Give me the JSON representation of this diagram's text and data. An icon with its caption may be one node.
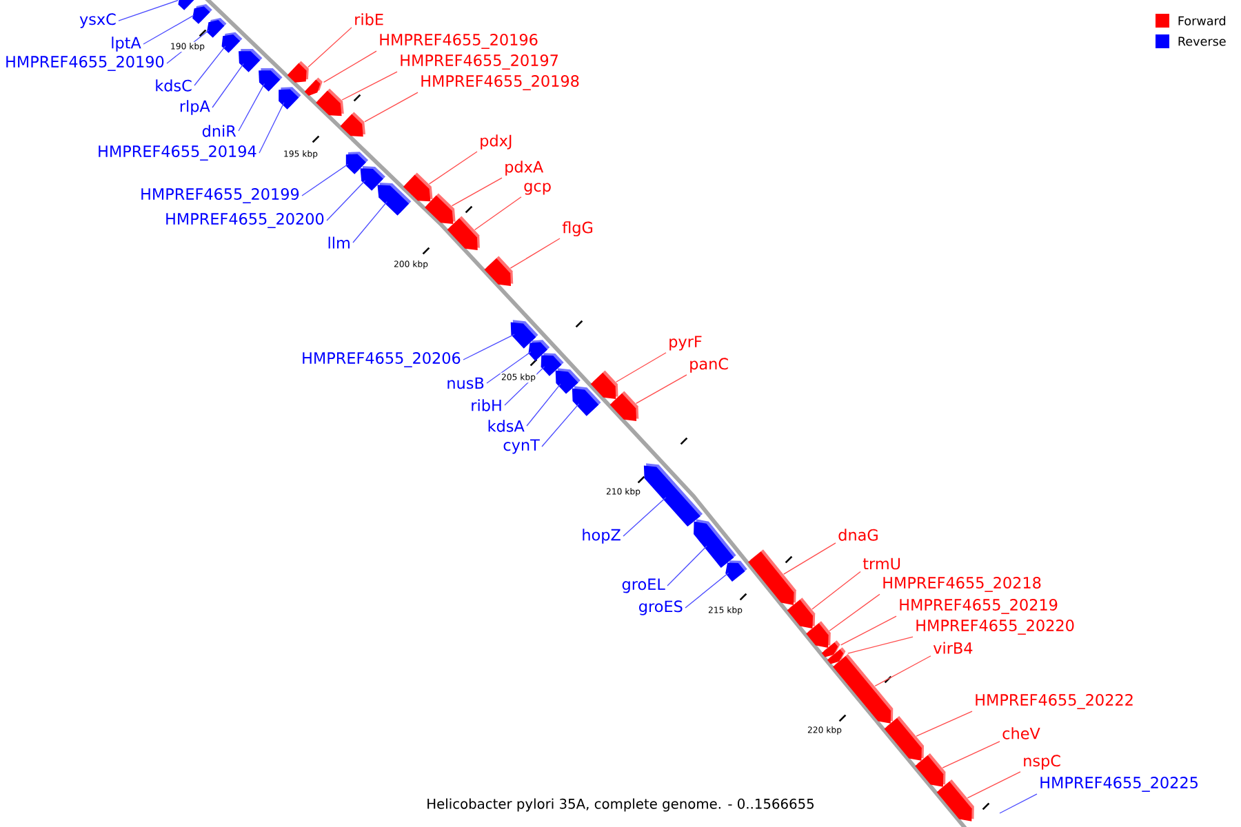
{
  "diagram": {
    "caption": "Helicobacter pylori 35A, complete genome. - 0..1566655",
    "nodes": [
      {
        "text": [
          "ysxC"
        ]
      },
      {
        "text": [],
        "shape": "arrow"
      },
      {
        "text": [
          "lptA"
        ]
      },
      {
        "text": [],
        "shape": "arrow"
      },
      {
        "text": [
          "HMPREF4655_20190"
        ]
      },
      {
        "text": [],
        "shape": "arrow"
      },
      {
        "text": [
          "kdsC"
        ]
      },
      {
        "text": [],
        "shape": "arrow"
      },
      {
        "text": [
          "rlpA"
        ]
      },
      {
        "text": [],
        "shape": "arrow"
      },
      {
        "text": [
          "dniR"
        ]
      },
      {
        "text": [],
        "shape": "arrow"
      },
      {
        "text": [
          "HMPREF4655_20194"
        ]
      },
      {
        "text": [],
        "shape": "arrow"
      },
      {
        "text": [
          "ribE"
        ]
      },
      {
        "text": [],
        "shape": "arrow"
      },
      {
        "text": [
          "HMPREF4655_20196"
        ]
      },
      {
        "text": [],
        "shape": "arrow"
      },
      {
        "text": [
          "HMPREF4655_20197"
        ]
      },
      {
        "text": [],
        "shape": "arrow"
      },
      {
        "text": [
          "HMPREF4655_20198"
        ]
      },
      {
        "text": [],
        "shape": "arrow"
      },
      {
        "text": [
          "HMPREF4655_20199"
        ]
      },
      {
        "text": [],
        "shape": "arrow"
      },
      {
        "text": [
          "HMPREF4655_20200"
        ]
      },
      {
        "text": [],
        "shape": "arrow"
      },
      {
        "text": [
          "llm"
        ]
      },
      {
        "text": [],
        "shape": "arrow"
      },
      {
        "text": [
          "pdxJ"
        ]
      },
      {
        "text": [],
        "shape": "arrow"
      },
      {
        "text": [
          "pdxA"
        ]
      },
      {
        "text": [],
        "shape": "arrow"
      },
      {
        "text": [
          "gcp"
        ]
      },
      {
        "text": [],
        "shape": "arrow"
      },
      {
        "text": [
          "flgG"
        ]
      },
      {
        "text": [],
        "shape": "arrow"
      },
      {
        "text": [
          "HMPREF4655_20206"
        ]
      },
      {
        "text": [],
        "shape": "arrow"
      },
      {
        "text": [
          "nusB"
        ]
      },
      {
        "text": [],
        "shape": "arrow"
      },
      {
        "text": [
          "ribH"
        ]
      },
      {
        "text": [],
        "shape": "arrow"
      },
      {
        "text": [
          "kdsA"
        ]
      },
      {
        "text": [],
        "shape": "arrow"
      },
      {
        "text": [
          "cynT"
        ]
      },
      {
        "text": [],
        "shape": "arrow"
      },
      {
        "text": [
          "pyrF"
        ]
      },
      {
        "text": [],
        "shape": "arrow"
      },
      {
        "text": [
          "panC"
        ]
      },
      {
        "text": [],
        "shape": "arrow"
      },
      {
        "text": [
          "hopZ"
        ]
      },
      {
        "text": [],
        "shape": "arrow"
      },
      {
        "text": [
          "groEL"
        ]
      },
      {
        "text": [],
        "shape": "arrow"
      },
      {
        "text": [
          "groES"
        ]
      },
      {
        "text": [],
        "shape": "arrow"
      },
      {
        "text": [
          "dnaG"
        ]
      },
      {
        "text": [],
        "shape": "arrow"
      },
      {
        "text": [
          "trmU"
        ]
      },
      {
        "text": [],
        "shape": "arrow"
      },
      {
        "text": [
          "HMPREF4655_20218"
        ]
      },
      {
        "text": [],
        "shape": "arrow"
      },
      {
        "text": [
          "HMPREF4655_20219"
        ]
      },
      {
        "text": [],
        "shape": "arrow"
      },
      {
        "text": [
          "HMPREF4655_20220"
        ]
      },
      {
        "text": [],
        "shape": "arrow"
      },
      {
        "text": [
          "virB4"
        ]
      },
      {
        "text": [],
        "shape": "arrow"
      },
      {
        "text": [
          "HMPREF4655_20222"
        ]
      },
      {
        "text": [],
        "shape": "arrow"
      },
      {
        "text": [
          "cheV"
        ]
      },
      {
        "text": [],
        "shape": "arrow"
      },
      {
        "text": [
          "nspC"
        ]
      },
      {
        "text": [],
        "shape": "arrow"
      },
      {
        "text": [
          "HMPREF4655_20225"
        ]
      }
    ],
    "edges": [
      {
        "from": 0,
        "to": 1,
        "arrow": "none",
        "color": "#4b4bff"
      },
      {
        "from": 2,
        "to": 3,
        "arrow": "none",
        "color": "#4b4bff"
      },
      {
        "from": 4,
        "to": 5,
        "arrow": "none",
        "color": "#4b4bff"
      },
      {
        "from": 6,
        "to": 7,
        "arrow": "none",
        "color": "#4b4bff"
      },
      {
        "from": 8,
        "to": 9,
        "arrow": "none",
        "color": "#4b4bff"
      },
      {
        "from": 10,
        "to": 11,
        "arrow": "none",
        "color": "#4b4bff"
      },
      {
        "from": 12,
        "to": 13,
        "arrow": "none",
        "color": "#4b4bff"
      },
      {
        "from": 14,
        "to": 15,
        "arrow": "none",
        "color": "#ff4b4b"
      },
      {
        "from": 16,
        "to": 17,
        "arrow": "none",
        "color": "#ff4b4b"
      },
      {
        "from": 18,
        "to": 19,
        "arrow": "none",
        "color": "#ff4b4b"
      },
      {
        "from": 20,
        "to": 21,
        "arrow": "none",
        "color": "#ff4b4b"
      },
      {
        "from": 22,
        "to": 23,
        "arrow": "none",
        "color": "#4b4bff"
      },
      {
        "from": 24,
        "to": 25,
        "arrow": "none",
        "color": "#4b4bff"
      },
      {
        "from": 26,
        "to": 27,
        "arrow": "none",
        "color": "#4b4bff"
      },
      {
        "from": 28,
        "to": 29,
        "arrow": "none",
        "color": "#ff4b4b"
      },
      {
        "from": 30,
        "to": 31,
        "arrow": "none",
        "color": "#ff4b4b"
      },
      {
        "from": 32,
        "to": 33,
        "arrow": "none",
        "color": "#ff4b4b"
      },
      {
        "from": 34,
        "to": 35,
        "arrow": "none",
        "color": "#ff4b4b"
      },
      {
        "from": 36,
        "to": 37,
        "arrow": "none",
        "color": "#4b4bff"
      },
      {
        "from": 38,
        "to": 39,
        "arrow": "none",
        "color": "#4b4bff"
      },
      {
        "from": 40,
        "to": 41,
        "arrow": "none",
        "color": "#4b4bff"
      },
      {
        "from": 42,
        "to": 43,
        "arrow": "none",
        "color": "#4b4bff"
      },
      {
        "from": 44,
        "to": 45,
        "arrow": "none",
        "color": "#4b4bff"
      },
      {
        "from": 46,
        "to": 47,
        "arrow": "none",
        "color": "#ff4b4b"
      },
      {
        "from": 48,
        "to": 49,
        "arrow": "none",
        "color": "#ff4b4b"
      },
      {
        "from": 50,
        "to": 51,
        "arrow": "none",
        "color": "#4b4bff"
      },
      {
        "from": 52,
        "to": 53,
        "arrow": "none",
        "color": "#4b4bff"
      },
      {
        "from": 54,
        "to": 55,
        "arrow": "none",
        "color": "#4b4bff"
      },
      {
        "from": 56,
        "to": 57,
        "arrow": "none",
        "color": "#ff4b4b"
      },
      {
        "from": 58,
        "to": 59,
        "arrow": "none",
        "color": "#ff4b4b"
      },
      {
        "from": 60,
        "to": 61,
        "arrow": "none",
        "color": "#ff4b4b"
      },
      {
        "from": 62,
        "to": 63,
        "arrow": "none",
        "color": "#ff4b4b"
      },
      {
        "from": 64,
        "to": 65,
        "arrow": "none",
        "color": "#ff4b4b"
      },
      {
        "from": 66,
        "to": 67,
        "arrow": "none",
        "color": "#ff4b4b"
      },
      {
        "from": 68,
        "to": 69,
        "arrow": "none",
        "color": "#ff4b4b"
      },
      {
        "from": 70,
        "to": 71,
        "arrow": "none",
        "color": "#ff4b4b"
      },
      {
        "from": 72,
        "to": 73,
        "arrow": "none",
        "color": "#ff4b4b"
      },
      {
        "from": 74,
        "to": null,
        "arrow": "none",
        "color": "#4b4bff"
      }
    ],
    "labels": [
      "190 kbp",
      "195 kbp",
      "200 kbp",
      "205 kbp",
      "210 kbp",
      "215 kbp",
      "220 kbp"
    ],
    "legend": [
      {
        "text": "Forward",
        "color": "#ff0000"
      },
      {
        "text": "Reverse",
        "color": "#0000ff"
      }
    ]
  }
}
